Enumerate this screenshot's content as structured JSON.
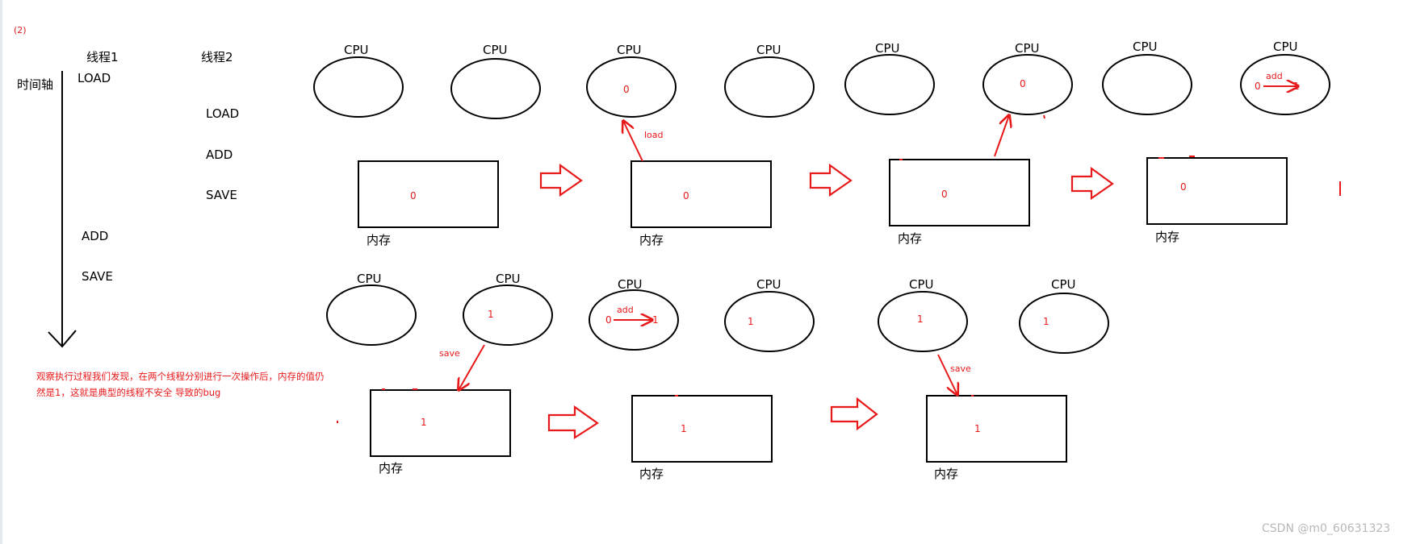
{
  "top_label": "(2)",
  "timeline": {
    "axis_label": "时间轴",
    "thread1": "线程1",
    "thread2": "线程2"
  },
  "thread1_ops": [
    "LOAD",
    "ADD",
    "SAVE"
  ],
  "thread2_ops": [
    "LOAD",
    "ADD",
    "SAVE"
  ],
  "cpu_label": "CPU",
  "memory_label": "内存",
  "op_labels": {
    "load": "load",
    "add": "add",
    "save": "save"
  },
  "values": {
    "zero": "0",
    "one": "1"
  },
  "note": "观察执行过程我们发现，在两个线程分别进行一次操作后，内存的值仍然是1，这就是典型的线程不安全 导致的bug",
  "watermark": "CSDN @m0_60631323",
  "colors": {
    "ink": "#000000",
    "annotation": "#e8191a",
    "watermark": "#b8b8b8"
  }
}
